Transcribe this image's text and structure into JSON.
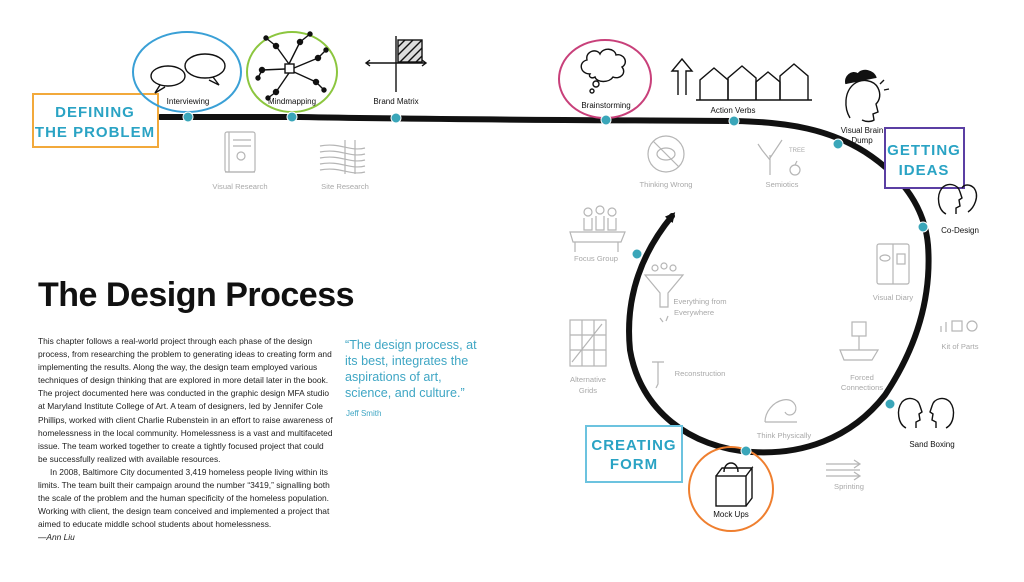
{
  "phases": {
    "defining": {
      "line1": "DEFINING",
      "line2": "THE PROBLEM",
      "color": "#f2a93b"
    },
    "getting": {
      "line1": "GETTING",
      "line2": "IDEAS",
      "color": "#5b3fa3"
    },
    "creating": {
      "line1": "CREATING",
      "line2": "FORM",
      "color": "#6cc3df"
    }
  },
  "colors": {
    "path": "#111111",
    "dot": "#3aa6b9",
    "interviewing_ring": "#3aa0d6",
    "mindmapping_ring": "#8cc63f",
    "brainstorming_ring": "#c8407a",
    "mockups_ring": "#ef7f2f",
    "quote": "#3fa6c4",
    "faded_label": "#a9a9a9"
  },
  "steps": {
    "interviewing": "Interviewing",
    "mindmapping": "Mindmapping",
    "brand_matrix": "Brand Matrix",
    "brainstorming": "Brainstorming",
    "action_verbs": "Action Verbs",
    "visual_brain_dump": [
      "Visual Brain",
      "Dump"
    ],
    "co_design": "Co-Design",
    "sand_boxing": "Sand Boxing",
    "mock_ups": "Mock Ups"
  },
  "faded_steps": {
    "visual_research": "Visual Research",
    "site_research": "Site Research",
    "thinking_wrong": "Thinking Wrong",
    "semiotics": "Semiotics",
    "focus_group": "Focus Group",
    "everything_from_everywhere": [
      "Everything from",
      "Everywhere"
    ],
    "visual_diary": "Visual Diary",
    "kit_of_parts": "Kit of Parts",
    "alternative_grids": [
      "Alternative",
      "Grids"
    ],
    "reconstruction": "Reconstruction",
    "forced_connections": [
      "Forced",
      "Connections"
    ],
    "think_physically": "Think Physically",
    "sprinting": "Sprinting"
  },
  "icon_text": {
    "tree": "TREE"
  },
  "article": {
    "title": "The Design Process",
    "paragraph1": "This chapter follows a real-world project through each phase of the design process, from researching the problem to generating ideas to creating form and implementing the results. Along the way, the design team employed various techniques of design thinking that are explored in more detail later in the book. The project documented here was conducted in the graphic design MFA studio at Maryland Institute College of Art. A team of designers, led by Jennifer Cole Phillips, worked with client Charlie Rubenstein in an effort to raise awareness of homelessness in the local community. Homelessness is a vast and multifaceted issue. The team worked together to create a tightly focused project that could be successfully realized with available resources.",
    "paragraph2": "In 2008, Baltimore City documented 3,419 homeless people living within its limits. The team built their campaign around the number “3419,” signalling both the scale of the problem and the human specificity of the homeless population. Working with client, the design team conceived and implemented a project that aimed to educate middle school students about homelessness.",
    "author": "—Ann Liu",
    "quote": "“The design process, at its best, integrates the aspirations of art, science, and culture.”",
    "quote_author": "Jeff Smith"
  }
}
